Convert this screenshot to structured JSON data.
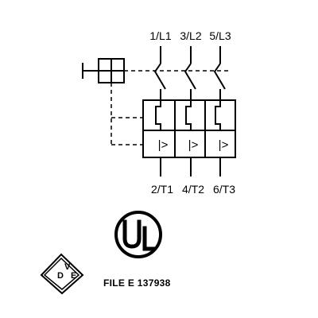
{
  "diagram": {
    "line_terminals": [
      "1/L1",
      "3/L2",
      "5/L3"
    ],
    "load_terminals": [
      "2/T1",
      "4/T2",
      "6/T3"
    ],
    "overload_symbol": "|>",
    "file_number": "FILE E 137938"
  },
  "logos": {
    "ul_mark": "UL",
    "vde_mark": "DVE"
  },
  "colors": {
    "stroke": "#000000",
    "background": "#ffffff"
  }
}
